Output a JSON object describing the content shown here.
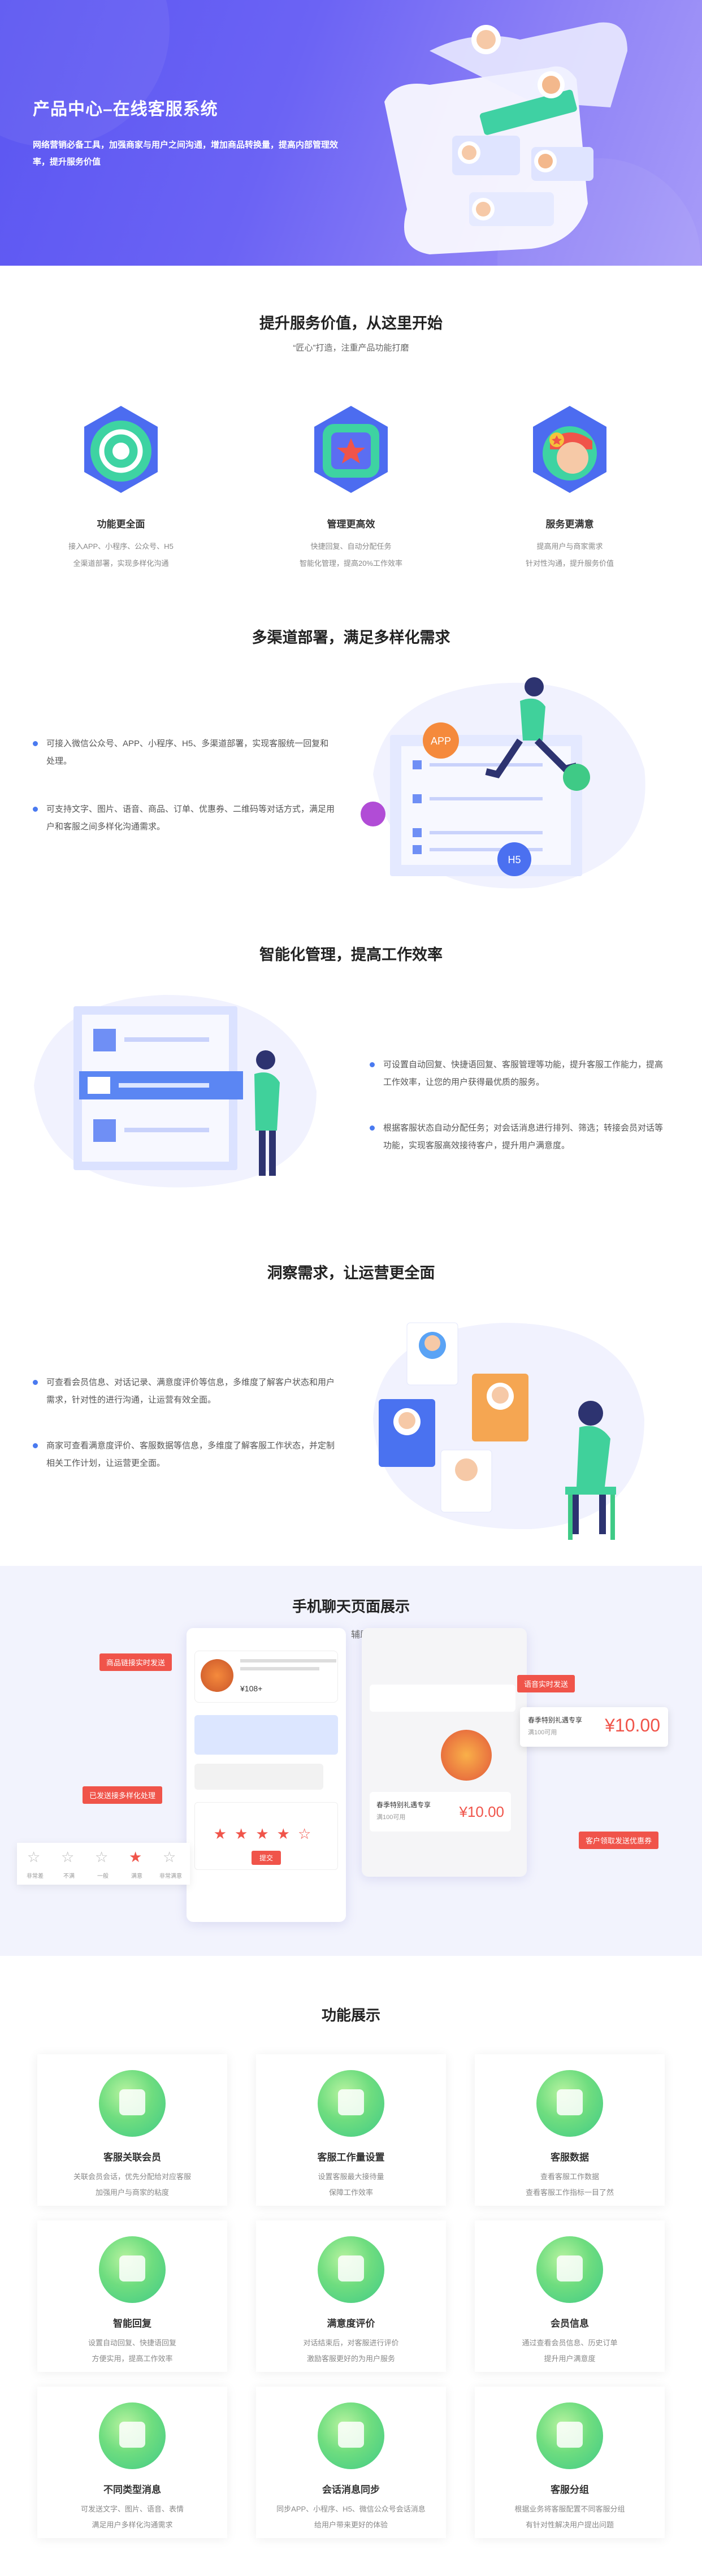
{
  "hero": {
    "title": "产品中心–在线客服系统",
    "desc": "网络营销必备工具，加强商家与用户之间沟通，增加商品转换量，提高内部管理效率，提升服务价值"
  },
  "values": {
    "title": "提升服务价值，从这里开始",
    "subtitle": "“匠心”打造，注重产品功能打磨",
    "items": [
      {
        "title": "功能更全面",
        "line1": "接入APP、小程序、公众号、H5",
        "line2": "全渠道部署，实现多样化沟通"
      },
      {
        "title": "管理更高效",
        "line1": "快捷回复、自动分配任务",
        "line2": "智能化管理，提高20%工作效率"
      },
      {
        "title": "服务更满意",
        "line1": "提高用户与商家需求",
        "line2": "针对性沟通，提升服务价值"
      }
    ]
  },
  "multi": {
    "title": "多渠道部署，满足多样化需求",
    "p1": "可接入微信公众号、APP、小程序、H5、多渠道部署，实现客服统一回复和处理。",
    "p2": "可支持文字、图片、语音、商品、订单、优惠券、二维码等对话方式，满足用户和客服之间多样化沟通需求。",
    "badge_app": "APP",
    "badge_h5": "H5"
  },
  "smart": {
    "title": "智能化管理，提高工作效率",
    "p1": "可设置自动回复、快捷语回复、客服管理等功能，提升客服工作能力，提高工作效率，让您的用户获得最优质的服务。",
    "p2": "根据客服状态自动分配任务；对会话消息进行排列、筛选；转接会员对话等功能，实现客服高效接待客户，提升用户满意度。"
  },
  "insight": {
    "title": "洞察需求，让运营更全面",
    "p1": "可查看会员信息、对话记录、满意度评价等信息，多维度了解客户状态和用户需求，针对性的进行沟通，让运营有效全面。",
    "p2": "商家可查看满意度评价、客服数据等信息，多维度了解客服工作状态，并定制相关工作计划，让运营更全面。"
  },
  "chat": {
    "title": "手机聊天页面展示",
    "subtitle": "加强商家与用户之间的关系，辅助商家销售，提升服务价值",
    "tags": [
      "商品链接实时发送",
      "已发送接多样化处理",
      "语音实时发送",
      "客户领取发送优惠券"
    ],
    "price1": "¥10.00",
    "price2": "¥10.00",
    "coupon_name": "春季特别礼遇专享",
    "coupon_cond": "满100可用",
    "stars": [
      "非常差",
      "不满",
      "一般",
      "满意",
      "非常满意"
    ],
    "rate_btn": "提交",
    "product_price": "¥108+"
  },
  "features": {
    "title": "功能展示",
    "items": [
      {
        "title": "客服关联会员",
        "l1": "关联会员会话，优先分配给对应客服",
        "l2": "加强用户与商家的粘度"
      },
      {
        "title": "客服工作量设置",
        "l1": "设置客服最大接待量",
        "l2": "保障工作效率"
      },
      {
        "title": "客服数据",
        "l1": "查看客服工作数据",
        "l2": "查看客服工作指标一目了然"
      },
      {
        "title": "智能回复",
        "l1": "设置自动回复、快捷语回复",
        "l2": "方便实用，提高工作效率"
      },
      {
        "title": "满意度评价",
        "l1": "对话结束后，对客服进行评价",
        "l2": "激励客服更好的为用户服务"
      },
      {
        "title": "会员信息",
        "l1": "通过查看会员信息、历史订单",
        "l2": "提升用户满意度"
      },
      {
        "title": "不同类型消息",
        "l1": "可发送文字、图片、语音、表情",
        "l2": "满足用户多样化沟通需求"
      },
      {
        "title": "会话消息同步",
        "l1": "同步APP、小程序、H5、微信公众号会话消息",
        "l2": "给用户带来更好的体验"
      },
      {
        "title": "客服分组",
        "l1": "根据业务将客服配置不同客服分组",
        "l2": "有针对性解决用户提出问题"
      }
    ]
  },
  "colors": {
    "brand": "#5b56f2",
    "accent_blue": "#4a7af0",
    "tag_red": "#f0544a",
    "feature_green": "#3fca86"
  }
}
